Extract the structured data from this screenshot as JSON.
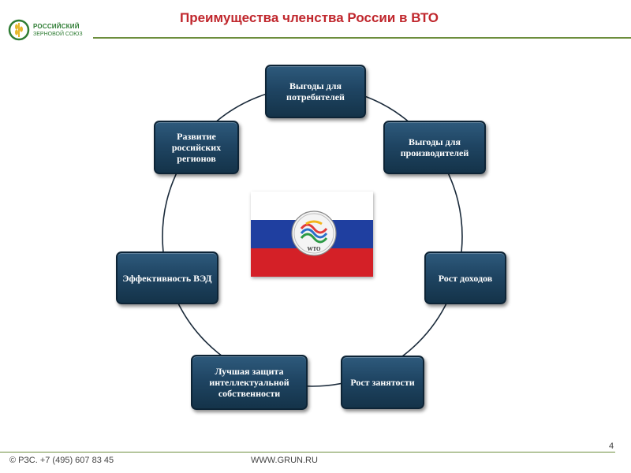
{
  "header": {
    "title": "Преимущества членства России в ВТО",
    "logo_line1": "РОССИЙСКИЙ",
    "logo_line2": "ЗЕРНОВОЙ СОЮЗ"
  },
  "diagram": {
    "nodes": [
      {
        "id": "consumers",
        "label": "Выгоды для потребителей"
      },
      {
        "id": "producers",
        "label": "Выгоды для производителей"
      },
      {
        "id": "income",
        "label": "Рост доходов"
      },
      {
        "id": "employment",
        "label": "Рост занятости"
      },
      {
        "id": "ip",
        "label": "Лучшая защита интеллектуальной собственности"
      },
      {
        "id": "ved",
        "label": "Эффективность ВЭД"
      },
      {
        "id": "regions",
        "label": "Развитие российских регионов"
      }
    ],
    "center": {
      "emblem_text": "WTO",
      "flag_colors": [
        "#ffffff",
        "#1f3fa0",
        "#d42027"
      ]
    }
  },
  "colors": {
    "title": "#c0272d",
    "rule": "#6c8e3c",
    "node_fill": "#1f4563",
    "ring": "#1a2a3a"
  },
  "footer": {
    "left": "© РЗС.  +7 (495) 607 83 45",
    "site": "WWW.GRUN.RU",
    "page_number": "4"
  }
}
